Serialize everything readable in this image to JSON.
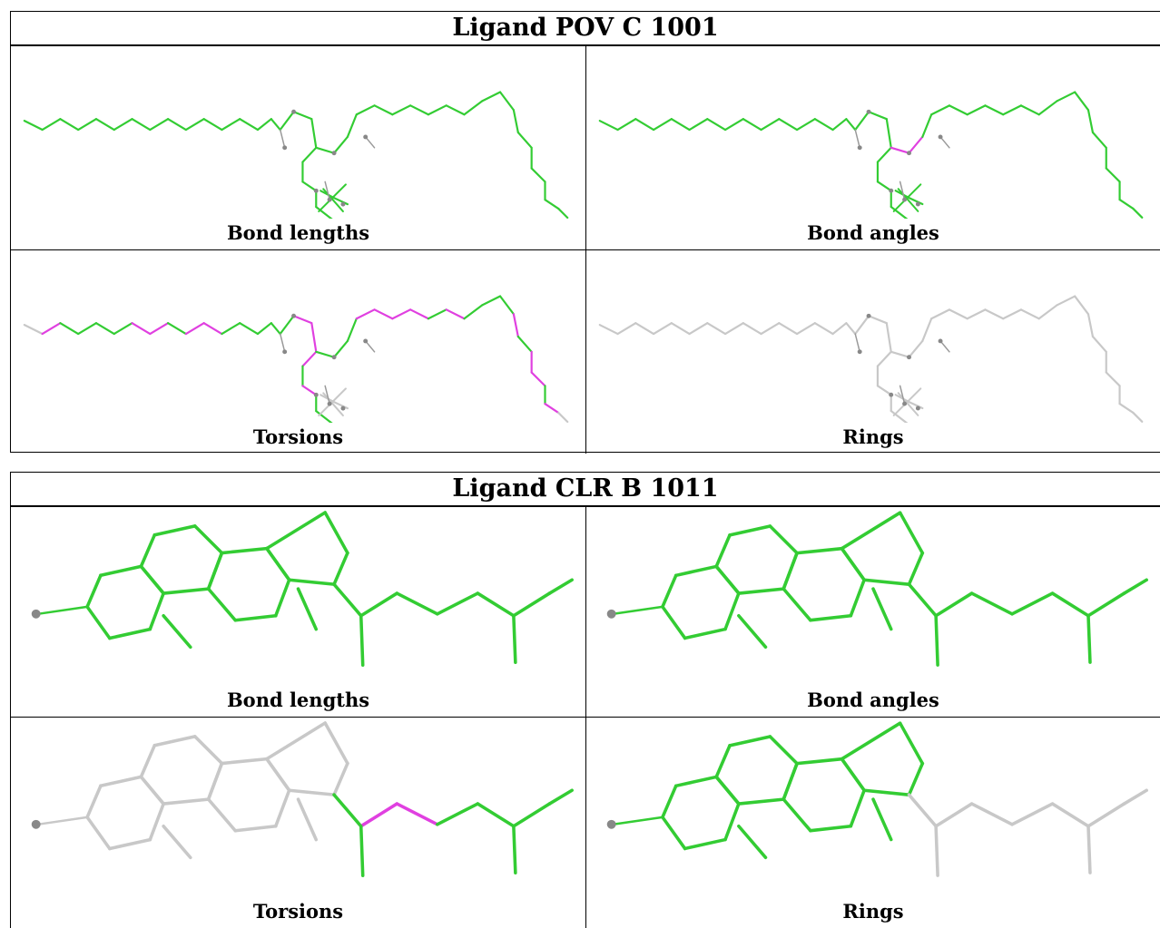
{
  "colors": {
    "ok": "#33cc33",
    "flagged": "#e040e0",
    "unanalysed": "#c8c8c8",
    "atom": "#888888"
  },
  "ligands": [
    {
      "title": "Ligand POV C 1001",
      "molecule": "pov",
      "panels": [
        {
          "label": "Bond lengths",
          "mode": "all-ok"
        },
        {
          "label": "Bond angles",
          "mode": "angle-outlier"
        },
        {
          "label": "Torsions",
          "mode": "torsions"
        },
        {
          "label": "Rings",
          "mode": "grey"
        }
      ]
    },
    {
      "title": "Ligand CLR B 1011",
      "molecule": "clr",
      "panels": [
        {
          "label": "Bond lengths",
          "mode": "all-ok"
        },
        {
          "label": "Bond angles",
          "mode": "all-ok"
        },
        {
          "label": "Torsions",
          "mode": "torsions"
        },
        {
          "label": "Rings",
          "mode": "rings"
        }
      ]
    }
  ]
}
